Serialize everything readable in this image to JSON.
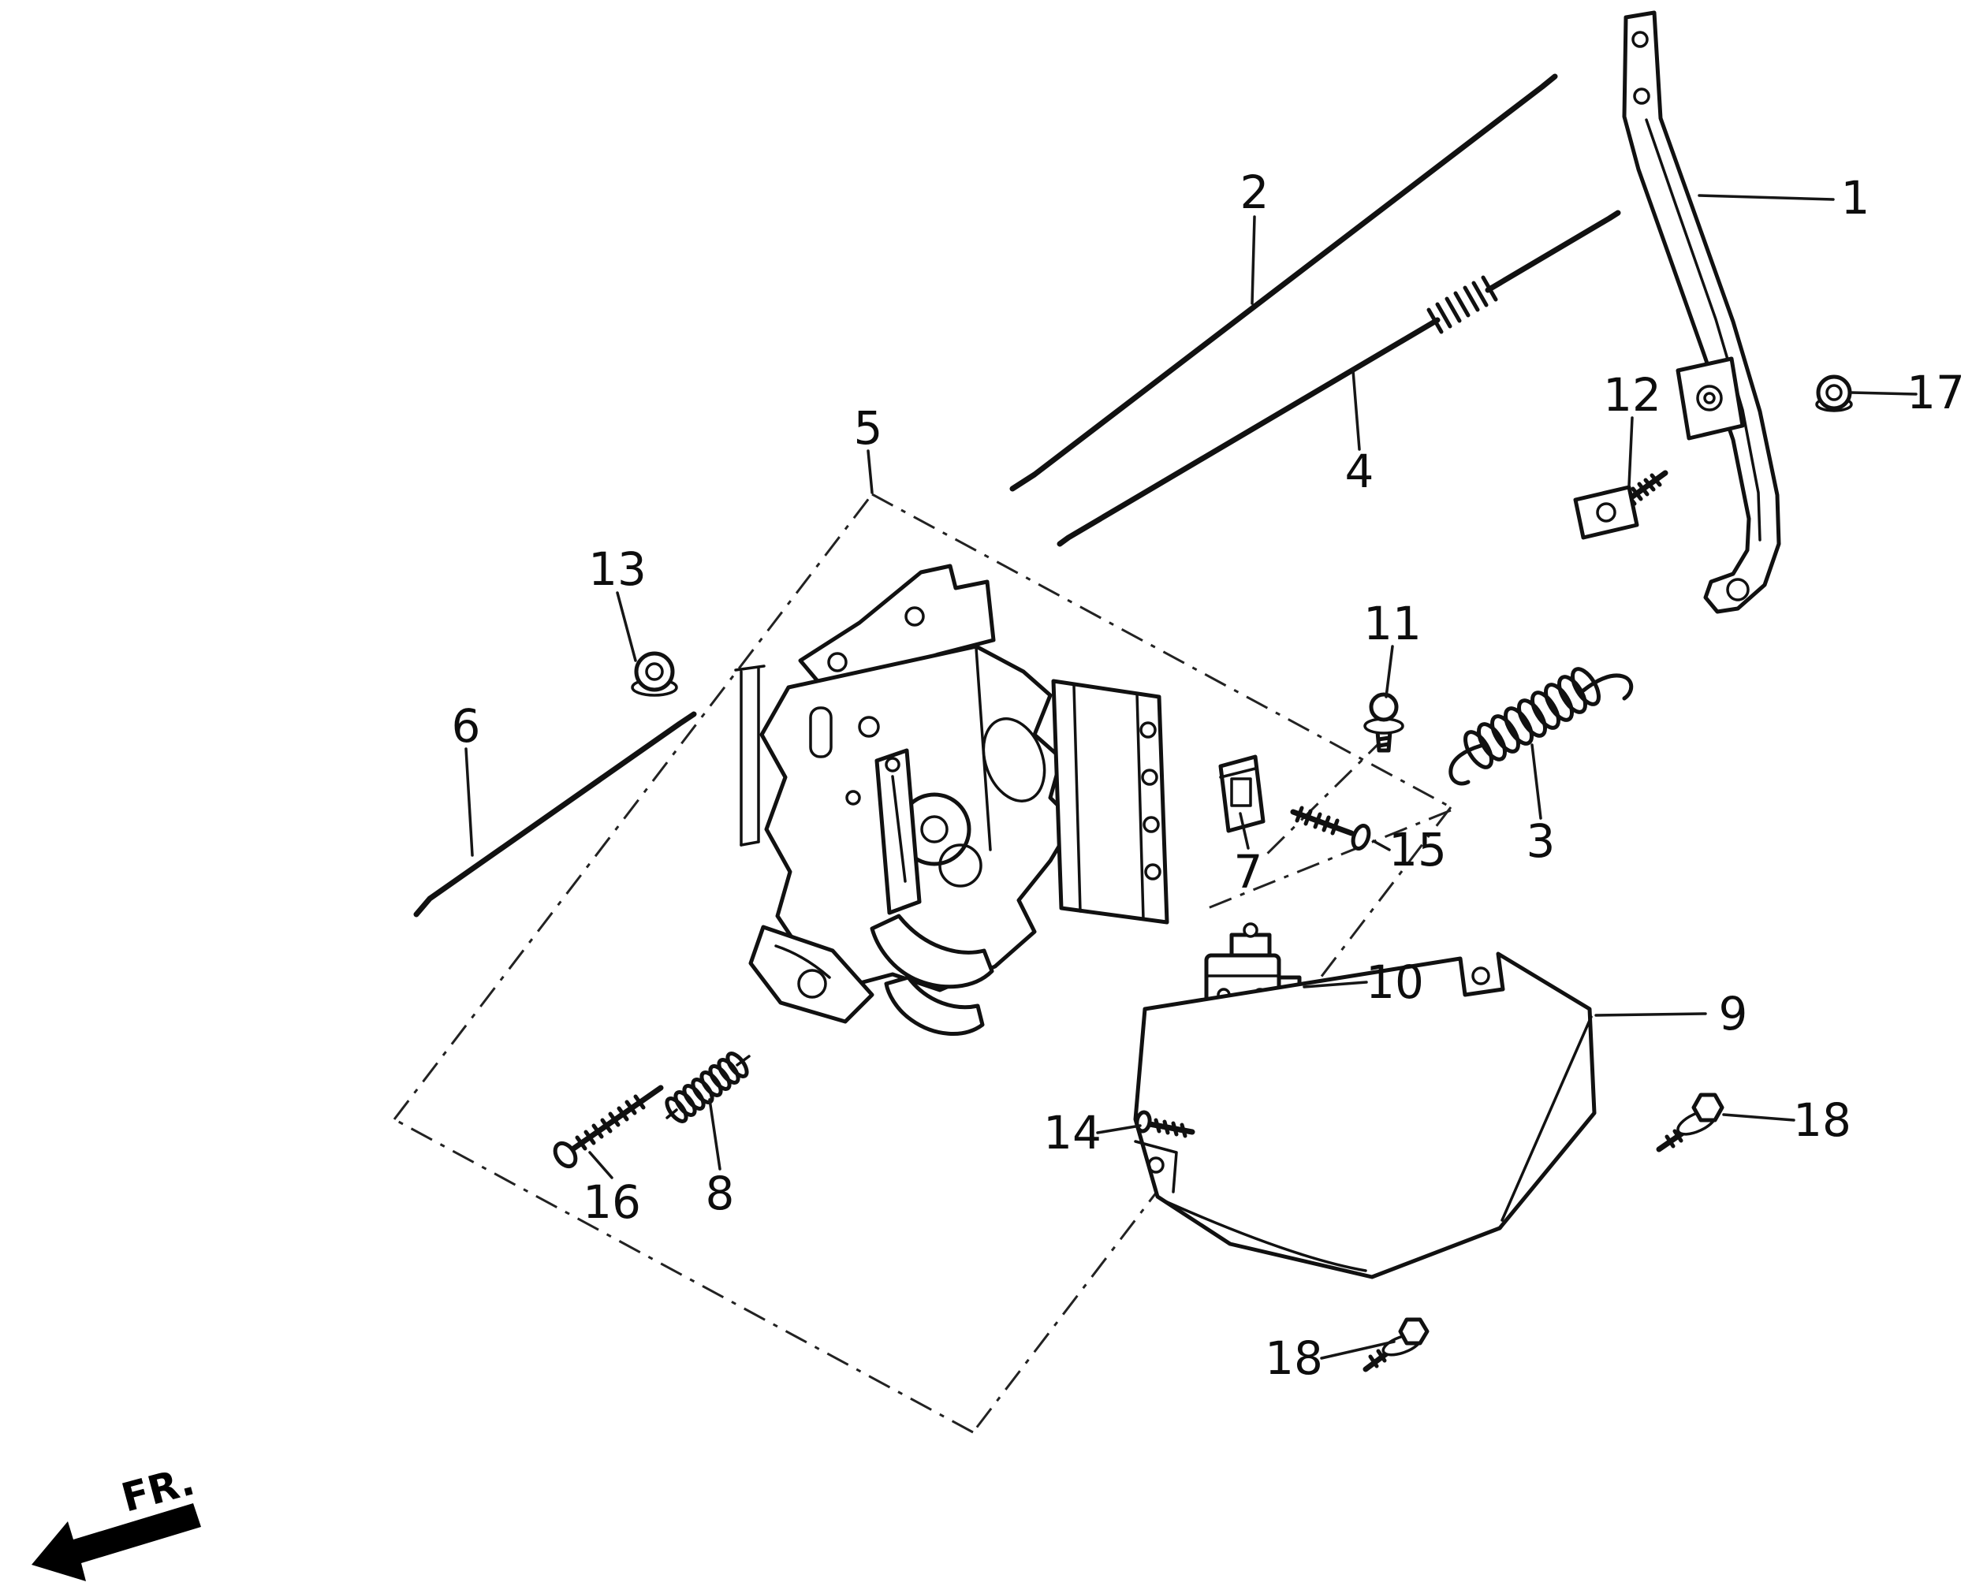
{
  "callouts": {
    "c1": {
      "label": "1"
    },
    "c2": {
      "label": "2"
    },
    "c3": {
      "label": "3"
    },
    "c4": {
      "label": "4"
    },
    "c5": {
      "label": "5"
    },
    "c6": {
      "label": "6"
    },
    "c7": {
      "label": "7"
    },
    "c8": {
      "label": "8"
    },
    "c9": {
      "label": "9"
    },
    "c10": {
      "label": "10"
    },
    "c11": {
      "label": "11"
    },
    "c12": {
      "label": "12"
    },
    "c13": {
      "label": "13"
    },
    "c14": {
      "label": "14"
    },
    "c15": {
      "label": "15"
    },
    "c16": {
      "label": "16"
    },
    "c17": {
      "label": "17"
    },
    "c18a": {
      "label": "18"
    },
    "c18b": {
      "label": "18"
    }
  },
  "fr": {
    "label": "FR."
  },
  "colors": {
    "ink": "#111111",
    "paper": "#ffffff"
  }
}
